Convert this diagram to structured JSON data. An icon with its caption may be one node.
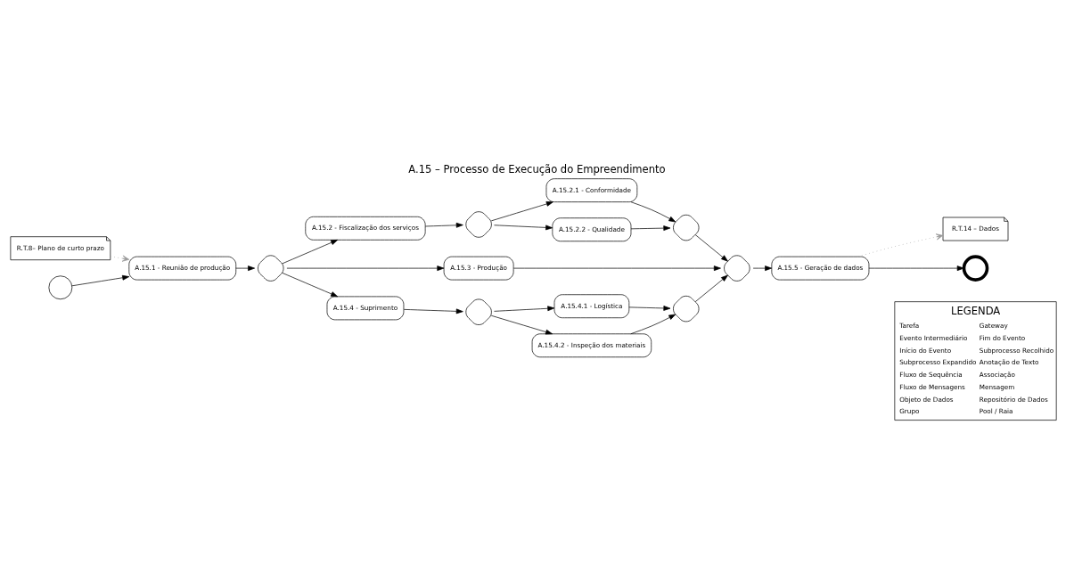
{
  "diagram": {
    "title": "A.15 – Processo de Execução do Empreendimento",
    "nodes": [
      {
        "text": [
          "R.T.8– Plano de curto prazo"
        ]
      },
      {
        "text": [],
        "shape": "circle"
      },
      {
        "text": [
          "A.15.1 - Reunião de produção"
        ]
      },
      {
        "text": [],
        "shape": "diamond"
      },
      {
        "text": [
          "A.15.2 - Fiscalização dos serviços"
        ]
      },
      {
        "text": [
          "A.15.3 - Produção"
        ]
      },
      {
        "text": [
          "A.15.4 - Suprimento"
        ]
      },
      {
        "text": [],
        "shape": "diamond"
      },
      {
        "text": [
          "A.15.2.1 - Conformidade"
        ]
      },
      {
        "text": [
          "A.15.2.2 - Qualidade"
        ]
      },
      {
        "text": [],
        "shape": "diamond"
      },
      {
        "text": [],
        "shape": "diamond"
      },
      {
        "text": [
          "A.15.4.1 - Logística"
        ]
      },
      {
        "text": [
          "A.15.4.2 - Inspeção dos materiais"
        ]
      },
      {
        "text": [],
        "shape": "diamond"
      },
      {
        "text": [],
        "shape": "diamond"
      },
      {
        "text": [
          "A.15.5 - Geração de dados"
        ]
      },
      {
        "text": [
          "R.T.14 – Dados"
        ]
      },
      {
        "text": [],
        "shape": "circle"
      }
    ],
    "edges": [
      {
        "from": 0,
        "to": 2,
        "arrow": "to",
        "style": "dashed",
        "color": "#999999"
      },
      {
        "from": 1,
        "to": 2,
        "arrow": "to"
      },
      {
        "from": 2,
        "to": 3,
        "arrow": "to"
      },
      {
        "from": 3,
        "to": 4,
        "arrow": "to"
      },
      {
        "from": 3,
        "to": 5,
        "arrow": "to"
      },
      {
        "from": 3,
        "to": 6,
        "arrow": "to"
      },
      {
        "from": 4,
        "to": 7,
        "arrow": "to"
      },
      {
        "from": 7,
        "to": 8,
        "arrow": "to"
      },
      {
        "from": 7,
        "to": 9,
        "arrow": "to"
      },
      {
        "from": 8,
        "to": 10,
        "arrow": "to"
      },
      {
        "from": 9,
        "to": 10,
        "arrow": "to"
      },
      {
        "from": 10,
        "to": 15,
        "arrow": "to"
      },
      {
        "from": 5,
        "to": 15,
        "arrow": "to"
      },
      {
        "from": 6,
        "to": 11,
        "arrow": "to"
      },
      {
        "from": 11,
        "to": 12,
        "arrow": "to"
      },
      {
        "from": 11,
        "to": 13,
        "arrow": "to"
      },
      {
        "from": 12,
        "to": 14,
        "arrow": "to"
      },
      {
        "from": 13,
        "to": 14,
        "arrow": "to"
      },
      {
        "from": 14,
        "to": 15,
        "arrow": "to"
      },
      {
        "from": 15,
        "to": 16,
        "arrow": "to"
      },
      {
        "from": 16,
        "to": 17,
        "arrow": "to",
        "style": "dashed",
        "color": "#999999"
      },
      {
        "from": 16,
        "to": 18,
        "arrow": "to"
      }
    ],
    "labels": [
      "LEGENDA"
    ],
    "legend": [
      {
        "text": "Tarefa"
      },
      {
        "text": "Gateway"
      },
      {
        "text": "Evento Intermediário"
      },
      {
        "text": "Fim do Evento"
      },
      {
        "text": "Início do Evento"
      },
      {
        "text": "Subprocesso Recolhido"
      },
      {
        "text": "Subprocesso Expandido"
      },
      {
        "text": "Anotação de Texto"
      },
      {
        "text": "Fluxo de Sequência"
      },
      {
        "text": "Associação"
      },
      {
        "text": "Fluxo de Mensagens"
      },
      {
        "text": "Mensagem"
      },
      {
        "text": "Objeto de Dados"
      },
      {
        "text": "Repositório de Dados"
      },
      {
        "text": "Grupo"
      },
      {
        "text": "Pool / Raia"
      }
    ]
  }
}
